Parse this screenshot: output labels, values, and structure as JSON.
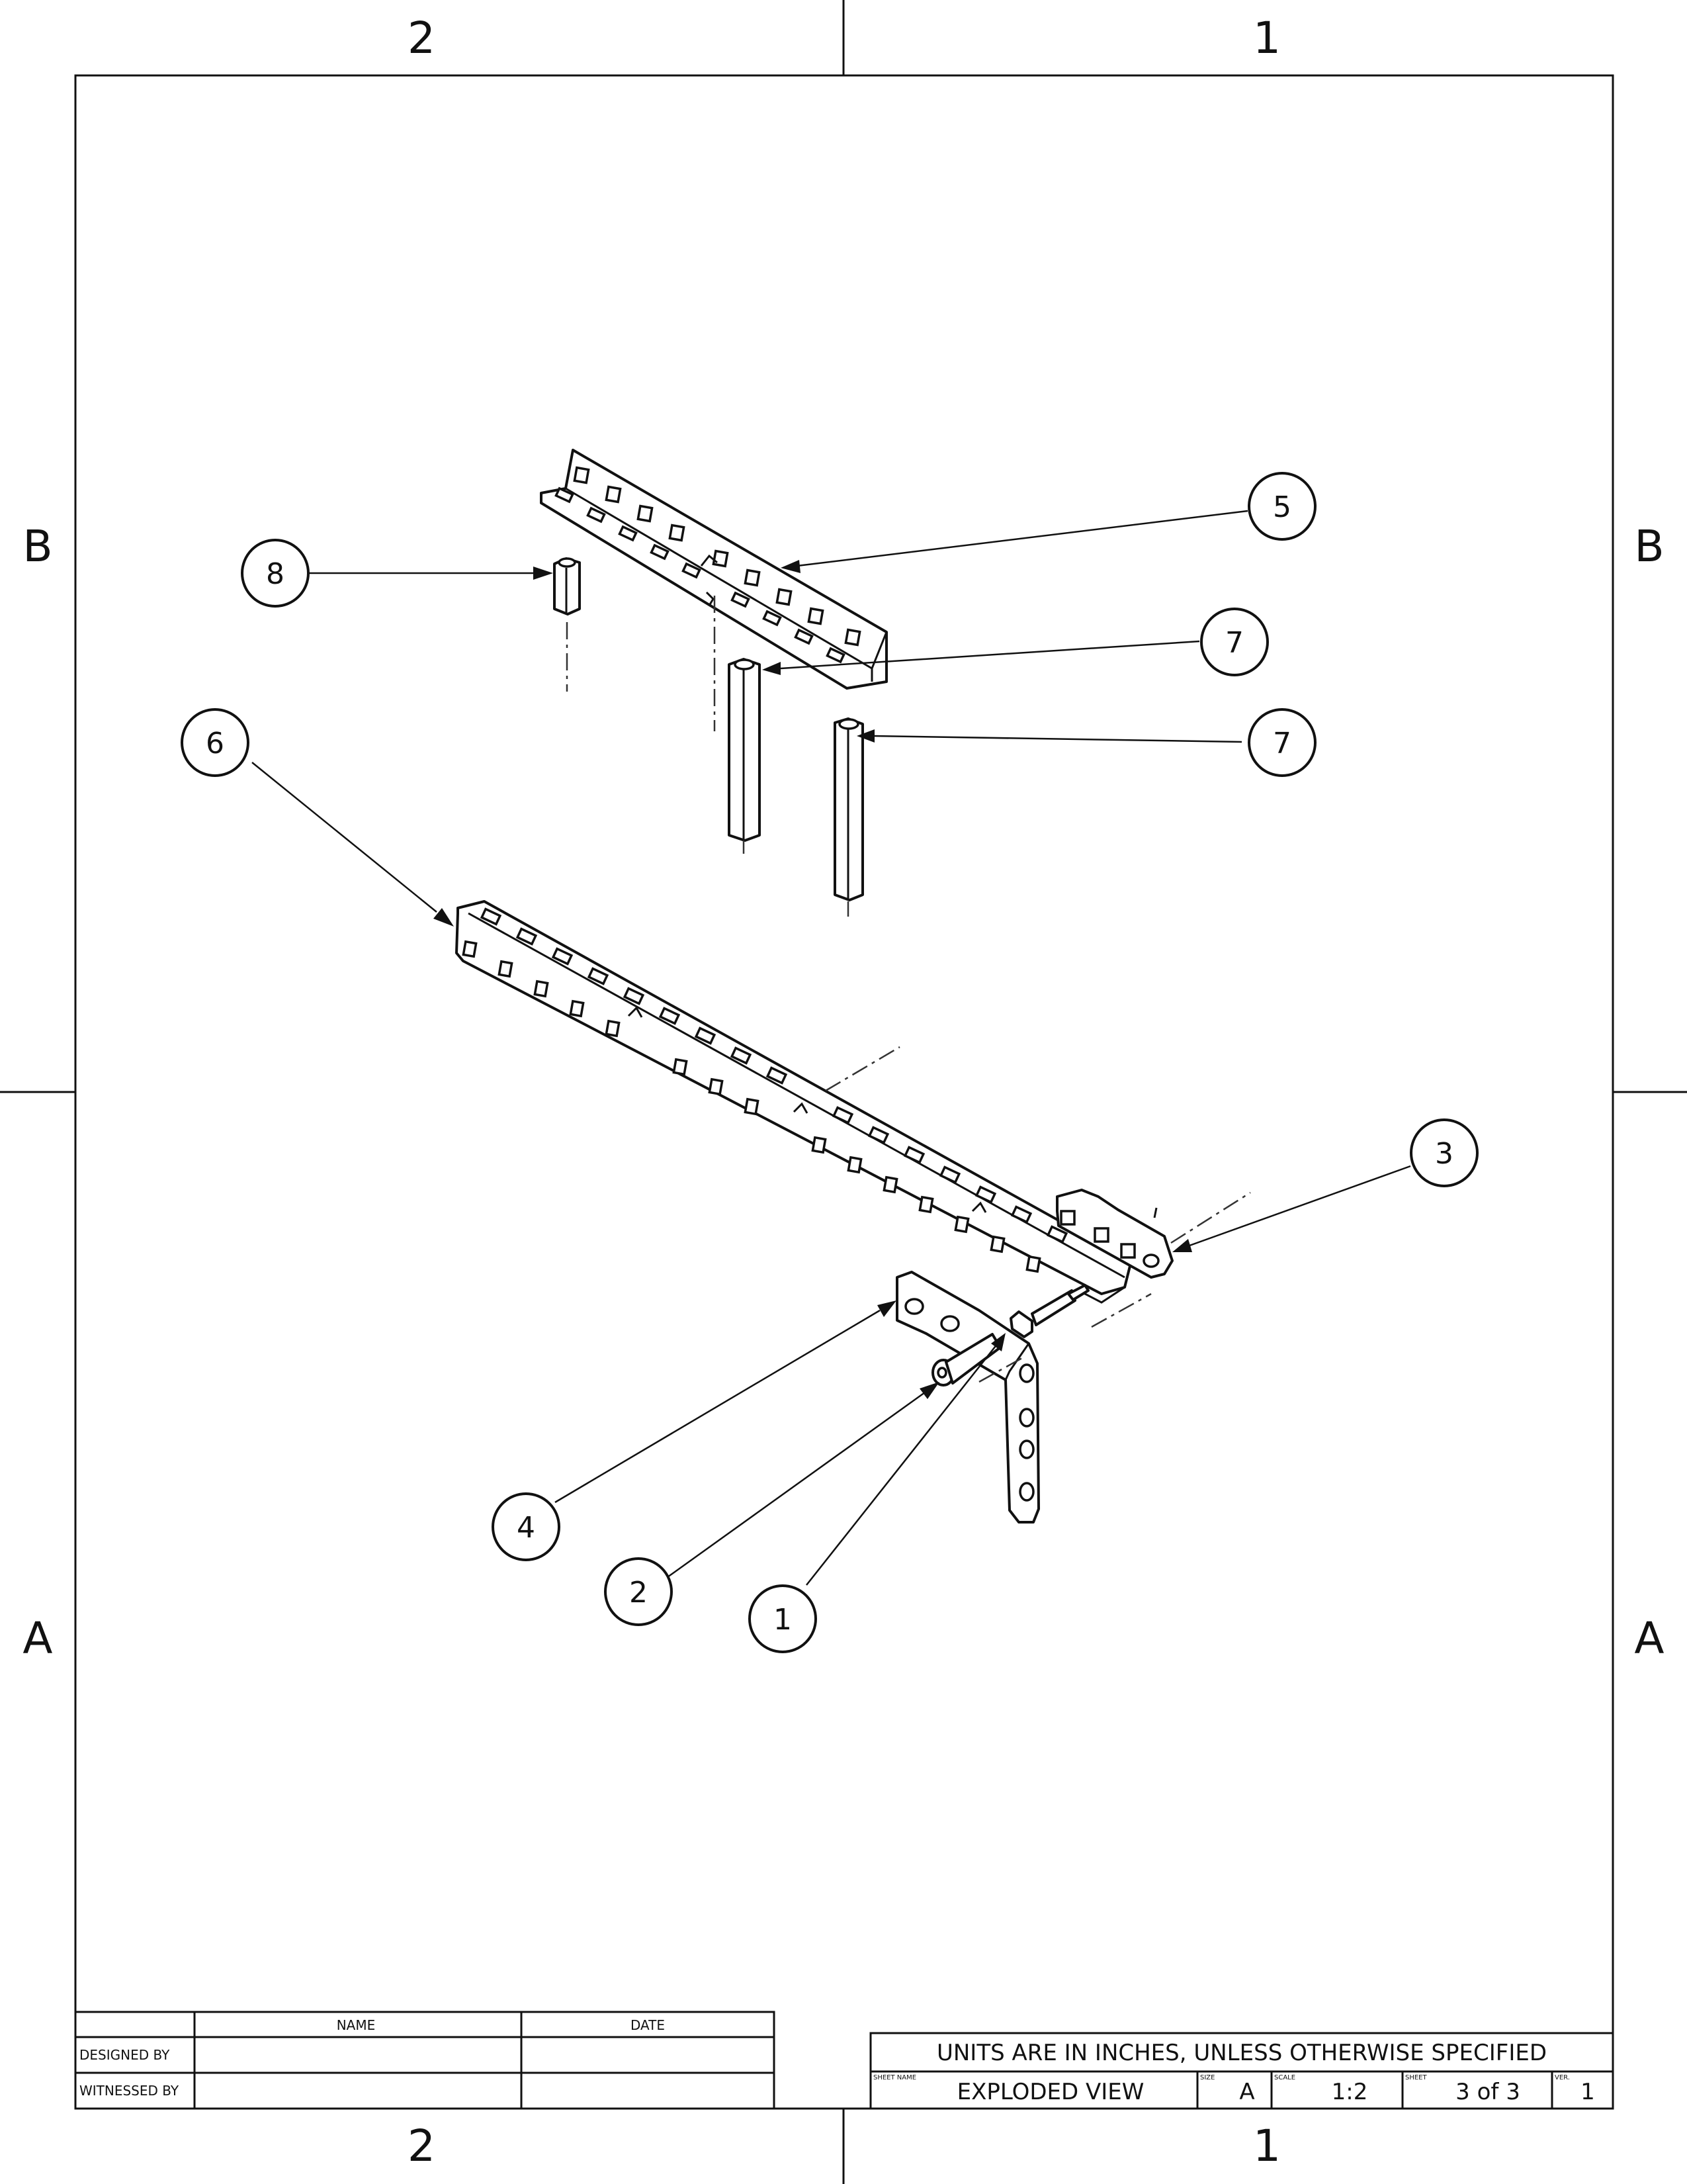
{
  "zones": {
    "col_left": "2",
    "col_right": "1",
    "row_upper": "B",
    "row_lower": "A"
  },
  "balloons": [
    {
      "id": "balloon-8",
      "label": "8"
    },
    {
      "id": "balloon-5",
      "label": "5"
    },
    {
      "id": "balloon-7a",
      "label": "7"
    },
    {
      "id": "balloon-7b",
      "label": "7"
    },
    {
      "id": "balloon-6",
      "label": "6"
    },
    {
      "id": "balloon-3",
      "label": "3"
    },
    {
      "id": "balloon-4",
      "label": "4"
    },
    {
      "id": "balloon-2",
      "label": "2"
    },
    {
      "id": "balloon-1",
      "label": "1"
    }
  ],
  "signature_block": {
    "name_header": "NAME",
    "date_header": "DATE",
    "designed_by_label": "DESIGNED BY",
    "witnessed_by_label": "WITNESSED BY",
    "designed_by_name": "",
    "designed_by_date": "",
    "witnessed_by_name": "",
    "witnessed_by_date": ""
  },
  "title_block": {
    "units_note": "UNITS ARE IN INCHES, UNLESS OTHERWISE SPECIFIED",
    "sheet_name_label": "SHEET NAME",
    "sheet_name": "EXPLODED VIEW",
    "size_label": "SIZE",
    "size": "A",
    "scale_label": "SCALE",
    "scale": "1:2",
    "sheet_label": "SHEET",
    "sheet": "3 of 3",
    "ver_label": "VER.",
    "ver": "1"
  }
}
